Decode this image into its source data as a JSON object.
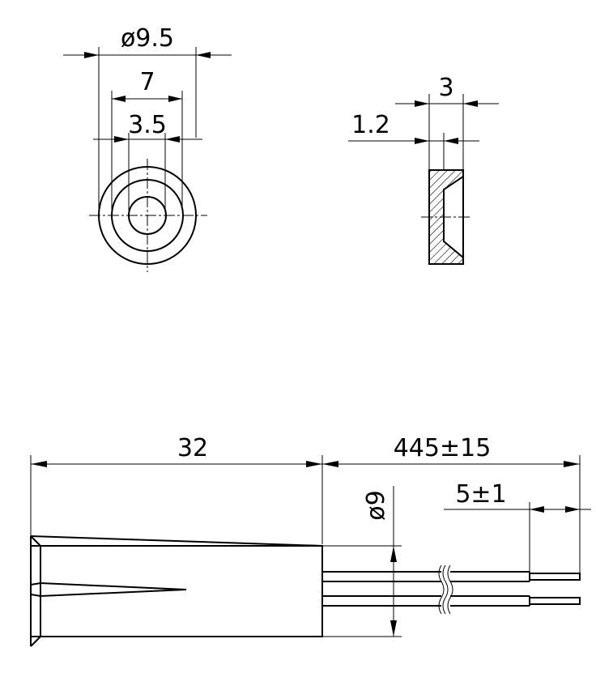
{
  "dimensions": {
    "top_outer_diameter": "ø9.5",
    "top_middle_diameter": "7",
    "top_bore_diameter": "3.5",
    "section_width": "3",
    "section_chamfer": "1.2",
    "body_length": "32",
    "lead_length": "445±15",
    "strip_length": "5±1",
    "body_diameter": "ø9"
  }
}
